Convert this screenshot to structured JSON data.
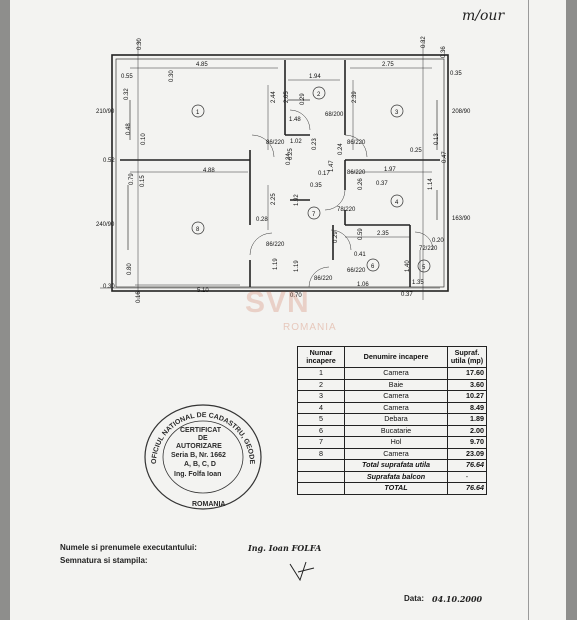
{
  "plan": {
    "room_numbers": [
      "1",
      "2",
      "3",
      "4",
      "5",
      "6",
      "7",
      "8"
    ],
    "dims": {
      "d485": "4.85",
      "d194": "1.94",
      "d275": "2.75",
      "d030a": "0.30",
      "d030b": "0.30",
      "d032": "0.32",
      "d036": "0.36",
      "d035": "0.35",
      "d055": "0.55",
      "d032b": "0.32",
      "d244": "2.44",
      "d205": "2.05",
      "d029": "0.29",
      "d239": "2.39",
      "d148": "1.48",
      "d048": "0.48",
      "d010": "0.10",
      "d013": "0.13",
      "d025": "0.25",
      "d025b": "0.25",
      "d102": "1.02",
      "d023": "0.23",
      "d024": "0.24",
      "d024b": "0.24",
      "d052": "0.52",
      "d488": "4.88",
      "d197": "1.97",
      "d147": "1.47",
      "d047": "0.47",
      "d079": "0.79",
      "d015": "0.15",
      "d225": "2.25",
      "d192": "1.92",
      "d017": "0.17",
      "d035b": "0.35",
      "d026": "0.26",
      "d037": "0.37",
      "d114": "1.14",
      "d028": "0.28",
      "d059": "0.59",
      "d235": "2.35",
      "d041": "0.41",
      "d140": "1.40",
      "d119": "1.19",
      "d119b": "1.19",
      "d080": "0.80",
      "d510": "5.10",
      "d016": "0.16",
      "d070": "0.70",
      "d106": "1.06",
      "d135": "1.35",
      "d037b": "0.37",
      "d029b": "0.29",
      "d020": "0.20",
      "d030c": "0.30"
    },
    "doors": {
      "dr1": "86/220",
      "dr2": "68/200",
      "dr3": "86/220",
      "dr4": "86/220",
      "dr5": "78/220",
      "dr6": "86/220",
      "dr7": "86/220",
      "dr8": "66/220",
      "dr9": "72/220"
    },
    "windows": {
      "w1": "210/90",
      "w2": "208/90",
      "w3": "240/90",
      "w4": "163/90"
    }
  },
  "table": {
    "headers": [
      "Numar incapere",
      "Denumire incapere",
      "Supraf. utila (mp)"
    ],
    "rows": [
      {
        "num": "1",
        "name": "Camera",
        "area": "17.60"
      },
      {
        "num": "2",
        "name": "Baie",
        "area": "3.60"
      },
      {
        "num": "3",
        "name": "Camera",
        "area": "10.27"
      },
      {
        "num": "4",
        "name": "Camera",
        "area": "8.49"
      },
      {
        "num": "5",
        "name": "Debara",
        "area": "1.89"
      },
      {
        "num": "6",
        "name": "Bucatarie",
        "area": "2.00"
      },
      {
        "num": "7",
        "name": "Hol",
        "area": "9.70"
      },
      {
        "num": "8",
        "name": "Camera",
        "area": "23.09"
      }
    ],
    "total_util_label": "Total suprafata utila",
    "total_util": "76.64",
    "balcon_label": "Suprafata balcon",
    "balcon": "-",
    "total_label": "TOTAL",
    "total": "76.64"
  },
  "stamp": {
    "ring": "OFICIUL NATIONAL DE CADASTRU, GEODEZIE SI CARTOGRAFIE",
    "bottom": "ROMANIA",
    "line1": "CERTIFICAT",
    "line2": "DE",
    "line3": "AUTORIZARE",
    "line4": "Seria B, Nr. 1662",
    "line5": "A, B, C, D",
    "line6": "Ing. Folfa Ioan"
  },
  "footer": {
    "executant_label": "Numele si prenumele executantului:",
    "executant_value": "Ing. Ioan FOLFA",
    "signature_label": "Semnatura si stampila:",
    "date_label": "Data:",
    "date_value": "04.10.2000"
  },
  "corner_note": "m/our",
  "watermark": {
    "text": "SVN",
    "sub": "ROMANIA"
  }
}
